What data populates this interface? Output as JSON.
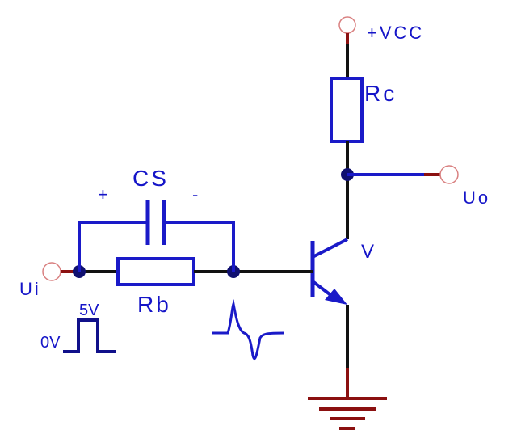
{
  "labels": {
    "vcc": "+VCC",
    "rc": "Rc",
    "uo": "Uo",
    "v": "V",
    "cs": "CS",
    "plus": "+",
    "minus": "-",
    "ui": "Ui",
    "rb": "Rb",
    "high": "5V",
    "low": "0V"
  },
  "colors": {
    "wire_black": "#111111",
    "wire_blue": "#1a1ac8",
    "terminal_red": "#8b1010",
    "terminal_circle": "#d98080",
    "node": "#101070",
    "ground": "#8b1010"
  }
}
